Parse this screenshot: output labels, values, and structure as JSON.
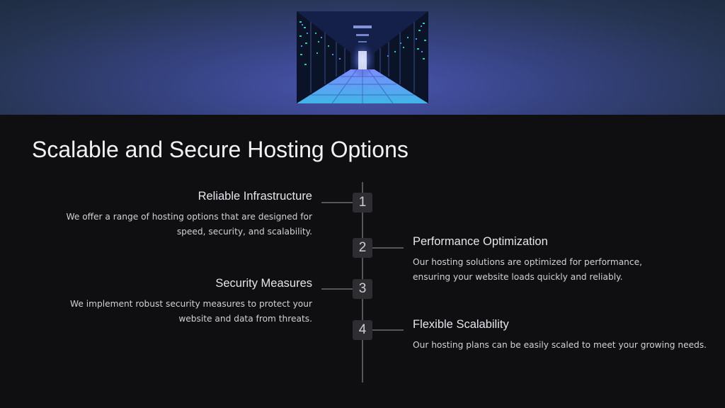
{
  "slide": {
    "title": "Scalable and Secure Hosting Options",
    "banner_image": "server-room-corridor-image",
    "items": [
      {
        "number": "1",
        "title": "Reliable Infrastructure",
        "description": "We offer a range of hosting options that are designed for speed, security, and scalability."
      },
      {
        "number": "2",
        "title": "Performance Optimization",
        "description": "Our hosting solutions are optimized for performance, ensuring your website loads quickly and reliably."
      },
      {
        "number": "3",
        "title": "Security Measures",
        "description": "We implement robust security measures to protect your website and data from threats."
      },
      {
        "number": "4",
        "title": "Flexible Scalability",
        "description": "Our hosting plans can be easily scaled to meet your growing needs."
      }
    ]
  },
  "colors": {
    "background": "#0f0f11",
    "banner": "#35427f",
    "badge": "#2e2e32",
    "line": "#55555a",
    "text": "#f2f2f4"
  }
}
